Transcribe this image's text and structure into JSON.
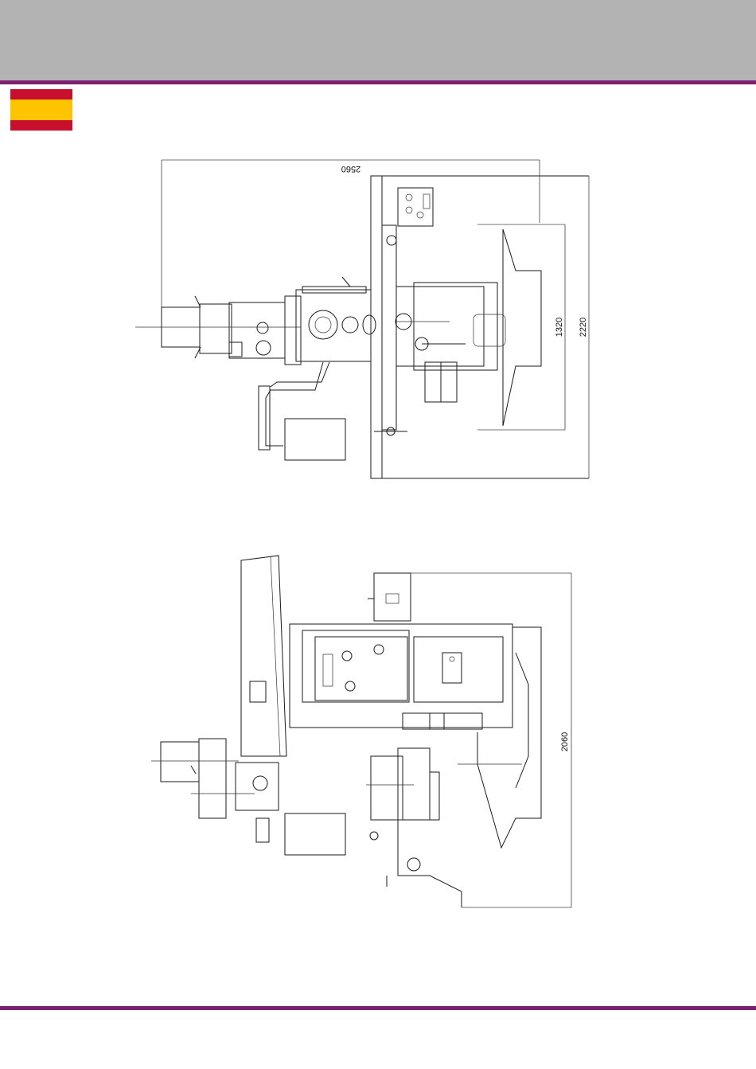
{
  "header": {
    "band_color": "#b3b3b3",
    "rule_color": "#7b1f6e"
  },
  "flag": {
    "name": "spain-flag",
    "colors": [
      "#c8102e",
      "#ffc400",
      "#c8102e"
    ]
  },
  "drawing_top": {
    "width_dim": "2560",
    "depth_dim": "2220",
    "table_dim": "1320"
  },
  "drawing_front": {
    "height_dim": "2060"
  },
  "footer": {
    "rule_color": "#7b1f6e"
  }
}
